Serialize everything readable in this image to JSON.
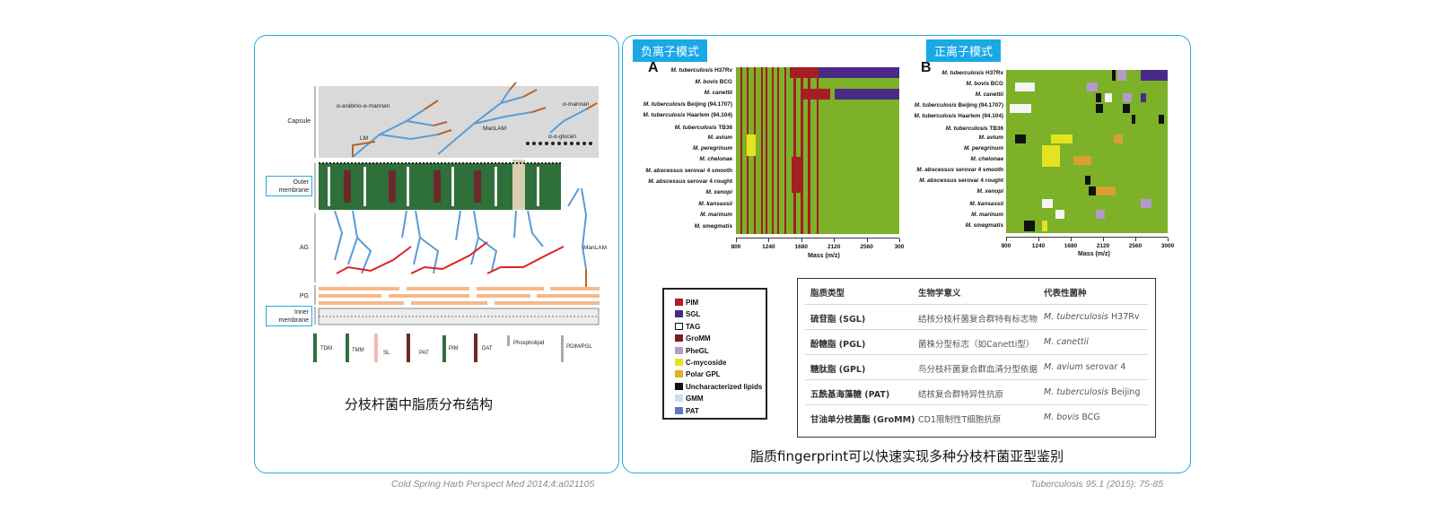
{
  "left": {
    "caption": "分枝杆菌中脂质分布结构",
    "source": "Cold Spring Harb Perspect Med 2014;4:a021105",
    "layers": [
      "Capsule",
      "Outer membrane",
      "AG",
      "PG",
      "Inner membrane"
    ],
    "labels": {
      "arabino_mannan": "α-arabino-α-mannan",
      "lm": "LM",
      "manlam": "ManLAM",
      "mannan": "α-mannan",
      "glucan": "α-α-glucan",
      "manlam2": "ManLAM"
    },
    "legend": [
      "TDM",
      "TMM",
      "SL",
      "PAT",
      "PIM",
      "DAT",
      "Phospholipid",
      "PDIM/PGL"
    ]
  },
  "right": {
    "caption": "脂质fingerprint可以快速实现多种分枝杆菌亚型鉴别",
    "source": "Tuberculosis 95.1 (2015): 75-85",
    "mode_negative": "负离子模式",
    "mode_positive": "正离子模式",
    "panel_a": "A",
    "panel_b": "B",
    "x_title": "Mass (m/z)",
    "x_ticks_a": [
      "800",
      "1240",
      "1680",
      "2120",
      "2560",
      "300"
    ],
    "x_ticks_b": [
      "800",
      "1240",
      "1680",
      "2120",
      "2560",
      "3000"
    ],
    "strains": [
      {
        "italic": "M. tuberculosis",
        "rest": " H37Rv"
      },
      {
        "italic": "M. bovis",
        "rest": " BCG"
      },
      {
        "italic": "M. canettii",
        "rest": ""
      },
      {
        "italic": "M. tuberculosis",
        "rest": " Beijing (94.1707)"
      },
      {
        "italic": "M. tuberculosis",
        "rest": " Haarlem (94.104)"
      },
      {
        "italic": "M. tuberculosis",
        "rest": " TB36"
      },
      {
        "italic": "M. avium",
        "rest": ""
      },
      {
        "italic": "M. peregrinum",
        "rest": ""
      },
      {
        "italic": "M. chelonae",
        "rest": ""
      },
      {
        "italic": "M. abscessus",
        "rest": " serovar 4 smooth"
      },
      {
        "italic": "M. abscessus",
        "rest": " serovar 4 rought"
      },
      {
        "italic": "M. xenopi",
        "rest": ""
      },
      {
        "italic": "M. kansassii",
        "rest": ""
      },
      {
        "italic": "M. marinum",
        "rest": ""
      },
      {
        "italic": "M. smegmatis",
        "rest": ""
      }
    ],
    "legend": [
      {
        "label": "PIM",
        "color": "#b01e2a"
      },
      {
        "label": "SGL",
        "color": "#4b2a86"
      },
      {
        "label": "TAG",
        "color": "#ffffff"
      },
      {
        "label": "GroMM",
        "color": "#7a1e1e"
      },
      {
        "label": "PheGL",
        "color": "#b39ac9"
      },
      {
        "label": "C-mycoside",
        "color": "#e6e220"
      },
      {
        "label": "Polar GPL",
        "color": "#e2b122"
      },
      {
        "label": "Uncharacterized lipids",
        "color": "#111111"
      },
      {
        "label": "GMM",
        "color": "#c9dff2"
      },
      {
        "label": "PAT",
        "color": "#5b78c8"
      }
    ],
    "table": {
      "headers": [
        "脂质类型",
        "生物学意义",
        "代表性菌种"
      ],
      "rows": [
        {
          "type": "硫苷脂 (SGL)",
          "meaning": "结核分枝杆菌复合群特有标志物",
          "species_italic": "M. tuberculosis",
          "species_rest": " H37Rv"
        },
        {
          "type": "酚糖脂 (PGL)",
          "meaning": "菌株分型标志（如Canetti型）",
          "species_italic": "M. canettii",
          "species_rest": ""
        },
        {
          "type": "糖肽脂 (GPL)",
          "meaning": "鸟分枝杆菌复合群血清分型依据",
          "species_italic": "M. avium",
          "species_rest": " serovar 4"
        },
        {
          "type": "五酰基海藻糖 (PAT)",
          "meaning": "结核复合群特异性抗原",
          "species_italic": "M. tuberculosis",
          "species_rest": " Beijing"
        },
        {
          "type": "甘油单分枝菌酯 (GroMM)",
          "meaning": "CD1限制性T细胞抗原",
          "species_italic": "M. bovis",
          "species_rest": " BCG"
        }
      ]
    }
  }
}
